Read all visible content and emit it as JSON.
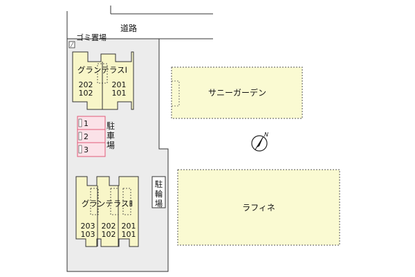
{
  "map": {
    "road_label": "道路",
    "garbage_label": "ゴミ置場",
    "building_1": {
      "name": "グランテラスⅠ",
      "left_units": [
        "202",
        "102"
      ],
      "right_units": [
        "201",
        "101"
      ]
    },
    "building_2": {
      "name": "グランテラスⅡ",
      "units_col_1": [
        "203",
        "103"
      ],
      "units_col_2": [
        "202",
        "102"
      ],
      "units_col_3": [
        "201",
        "101"
      ]
    },
    "parking": {
      "label_chars": [
        "駐",
        "車",
        "場"
      ],
      "spaces": [
        "1",
        "2",
        "3"
      ]
    },
    "bicycle": {
      "label_chars": [
        "駐",
        "輪",
        "場"
      ]
    },
    "sunny_garden": "サニーガーデン",
    "raffine": "ラフィネ",
    "compass_letter": "N",
    "colors": {
      "site": "#ececec",
      "building": "#f8f6c8",
      "neighbor": "#fafad2",
      "parking_border": "#e05a78",
      "parking_fill": "#fbe2e8"
    }
  }
}
